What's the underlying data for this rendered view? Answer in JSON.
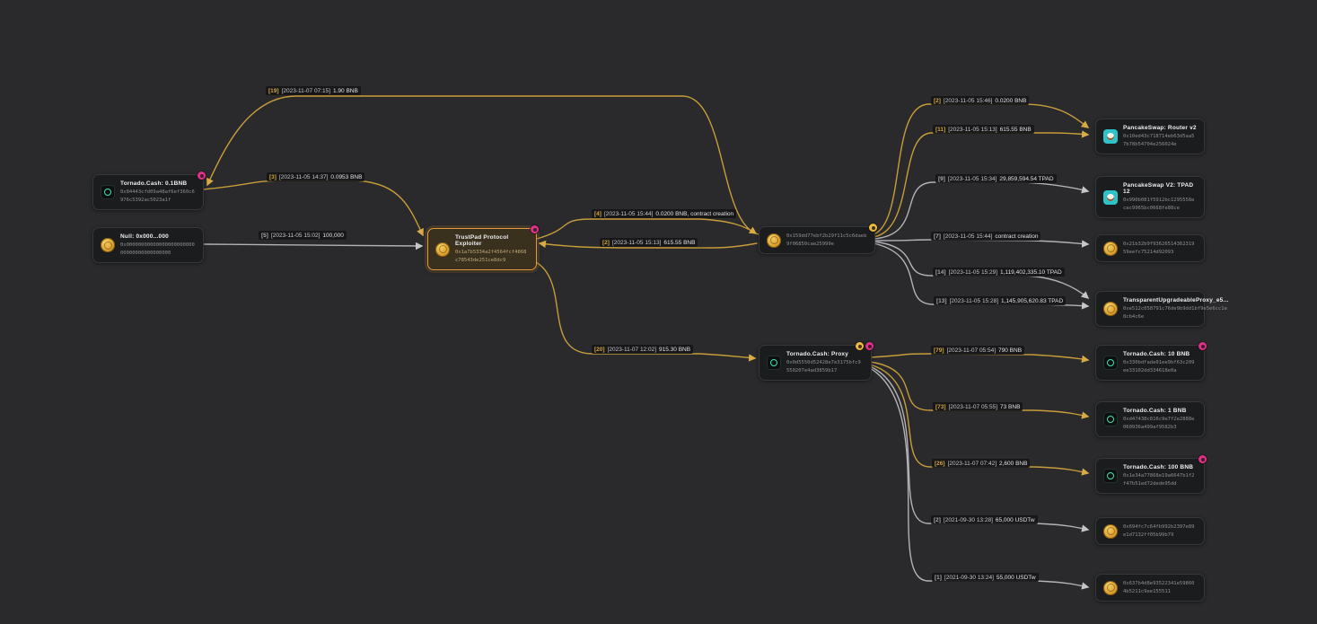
{
  "colors": {
    "background": "#2a2a2c",
    "edge_gold": "#c79c3b",
    "edge_gray": "#b2b2b7",
    "badge_pink": "#e03088",
    "badge_yellow": "#ecba3c",
    "selected_border": "#e29a3f",
    "pancake_teal": "#2ec3c9",
    "tornado_teal": "#41e0b5"
  },
  "nodes": [
    {
      "title": "Tornado.Cash: 0.1BNB",
      "address": "0x84443cfd09a48af6ef360c6976c5392ac5023a1f",
      "icon": "tornado-cash-icon",
      "badges": [
        "pink"
      ]
    },
    {
      "title": "Null: 0x000...000",
      "address": "0x0000000000000000000000000000000000000000",
      "icon": "coin-icon",
      "badges": []
    },
    {
      "title": "TrustPad Protocol Exploiter",
      "address": "0x1a7b5334a2f4564fcf4868c78543de251ce8dc9",
      "icon": "coin-icon",
      "badges": [
        "pink"
      ],
      "selected": true
    },
    {
      "title": "",
      "address": "0x159dd77ebf2b29f11c5c6daeb9f06850cae25999e",
      "icon": "coin-icon",
      "badges": [
        "yellow"
      ]
    },
    {
      "title": "Tornado.Cash: Proxy",
      "address": "0x0d5550d52428e7e3175bfc9550207e4ad3859b17",
      "icon": "tornado-cash-icon",
      "badges": [
        "yellow",
        "pink"
      ]
    },
    {
      "title": "PancakeSwap: Router v2",
      "address": "0x10ed43c718714eb63d5aa57b78b54704e256024e",
      "icon": "pancakeswap-icon",
      "badges": []
    },
    {
      "title": "PancakeSwap V2: TPAD 12",
      "address": "0x990b081f5912bc1295558ecac9965bc0668fe88ce",
      "icon": "pancakeswap-icon",
      "badges": []
    },
    {
      "title": "",
      "address": "0x21b32b9f9362651436231959eefc75214d92093",
      "icon": "coin-icon",
      "badges": []
    },
    {
      "title": "TransparentUpgradeableProxy_e5...",
      "address": "0xe512c058791c76de9b9dd1bf9e5e6cc1e8cb4c6e",
      "icon": "coin-icon",
      "badges": []
    },
    {
      "title": "Tornado.Cash: 10 BNB",
      "address": "0x330bdfade01ee9bf63c209ee33102dd334618e0a",
      "icon": "tornado-cash-icon",
      "badges": [
        "pink"
      ]
    },
    {
      "title": "Tornado.Cash: 1 BNB",
      "address": "0xd47438c816c9e7f2e2888e060936a499af9582b3",
      "icon": "tornado-cash-icon",
      "badges": []
    },
    {
      "title": "Tornado.Cash: 100 BNB",
      "address": "0x1e34a77868e19a6647b1f2f47b51ed72dede95dd",
      "icon": "tornado-cash-icon",
      "badges": [
        "pink"
      ]
    },
    {
      "title": "",
      "address": "0x694fc7c64fb992b2397e89e1d7132ff05b99b79",
      "icon": "coin-icon",
      "badges": []
    },
    {
      "title": "",
      "address": "0x637b4d8e93522341e598604b5211c9ee155511",
      "icon": "coin-icon",
      "badges": []
    }
  ],
  "edges": [
    {
      "count": "[19]",
      "datetime": "[2023-11-07 07:15]",
      "amount": "1.90 BNB",
      "color": "gold",
      "from": "address-0x159d",
      "to": "tornado-cash-0.1bnb"
    },
    {
      "count": "[3]",
      "datetime": "[2023-11-05 14:37]",
      "amount": "0.0953 BNB",
      "color": "gold",
      "from": "tornado-cash-0.1bnb",
      "to": "trustpad-exploiter"
    },
    {
      "count": "[5]",
      "datetime": "[2023-11-05 15:02]",
      "amount": "100,000",
      "color": "gray",
      "from": "null-address",
      "to": "trustpad-exploiter"
    },
    {
      "count": "[4]",
      "datetime": "[2023-11-05 15:44]",
      "amount": "0.0200 BNB, contract creation",
      "color": "gold",
      "from": "trustpad-exploiter",
      "to": "address-0x159d"
    },
    {
      "count": "[2]",
      "datetime": "[2023-11-05 15:13]",
      "amount": "615.55 BNB",
      "color": "gold",
      "from": "address-0x159d",
      "to": "trustpad-exploiter"
    },
    {
      "count": "[20]",
      "datetime": "[2023-11-07 12:02]",
      "amount": "915.30 BNB",
      "color": "gold",
      "from": "trustpad-exploiter",
      "to": "tornado-cash-proxy"
    },
    {
      "count": "[2]",
      "datetime": "[2023-11-05 15:46]",
      "amount": "0.0200 BNB",
      "color": "gold",
      "from": "address-0x159d",
      "to": "pancakeswap-router-v2"
    },
    {
      "count": "[11]",
      "datetime": "[2023-11-05 15:13]",
      "amount": "615.55 BNB",
      "color": "gold",
      "from": "address-0x159d",
      "to": "pancakeswap-router-v2"
    },
    {
      "count": "[9]",
      "datetime": "[2023-11-05 15:34]",
      "amount": "29,859,594.54 TPAD",
      "color": "gray",
      "from": "address-0x159d",
      "to": "pancakeswap-v2-tpad-12"
    },
    {
      "count": "[7]",
      "datetime": "[2023-11-05 15:44]",
      "amount": "contract creation",
      "color": "gray",
      "from": "address-0x159d",
      "to": "address-0x21b3"
    },
    {
      "count": "[14]",
      "datetime": "[2023-11-05 15:29]",
      "amount": "1,119,402,335.10 TPAD",
      "color": "gray",
      "from": "address-0x159d",
      "to": "transparent-upgradeable-proxy"
    },
    {
      "count": "[13]",
      "datetime": "[2023-11-05 15:28]",
      "amount": "1,145,905,620.83 TPAD",
      "color": "gray",
      "from": "address-0x159d",
      "to": "transparent-upgradeable-proxy"
    },
    {
      "count": "[79]",
      "datetime": "[2023-11-07 05:54]",
      "amount": "790 BNB",
      "color": "gold",
      "from": "tornado-cash-proxy",
      "to": "tornado-cash-10bnb"
    },
    {
      "count": "[73]",
      "datetime": "[2023-11-07 05:55]",
      "amount": "73 BNB",
      "color": "gold",
      "from": "tornado-cash-proxy",
      "to": "tornado-cash-1bnb"
    },
    {
      "count": "[26]",
      "datetime": "[2023-11-07 07:42]",
      "amount": "2,600 BNB",
      "color": "gold",
      "from": "tornado-cash-proxy",
      "to": "tornado-cash-100bnb"
    },
    {
      "count": "[2]",
      "datetime": "[2021-09-30 13:28]",
      "amount": "65,000 USDTw",
      "color": "gray",
      "from": "tornado-cash-proxy",
      "to": "address-0x694f"
    },
    {
      "count": "[1]",
      "datetime": "[2021-09-30 13:24]",
      "amount": "55,000 USDTw",
      "color": "gray",
      "from": "tornado-cash-proxy",
      "to": "address-0x637b"
    }
  ]
}
